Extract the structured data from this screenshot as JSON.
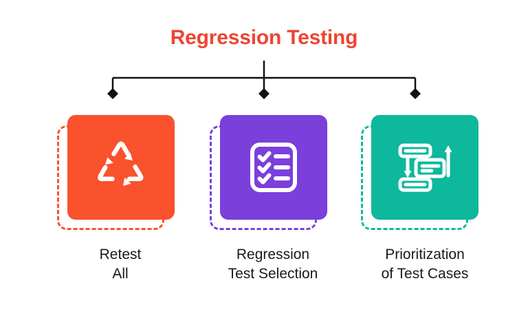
{
  "diagram": {
    "title": "Regression Testing",
    "title_color": "#ee4432",
    "connector_color": "#111111",
    "label_color": "#1a1a1a",
    "background": "#ffffff",
    "nodes": [
      {
        "id": "retest-all",
        "label": "Retest\nAll",
        "icon": "recycle-icon",
        "color": "#f9522d",
        "icon_color": "#ffffff"
      },
      {
        "id": "regression-test-selection",
        "label": "Regression\nTest Selection",
        "icon": "checklist-icon",
        "color": "#7b3fdb",
        "icon_color": "#ffffff"
      },
      {
        "id": "prioritization-of-test-cases",
        "label": "Prioritization\nof Test Cases",
        "icon": "reorder-priority-icon",
        "color": "#0db89c",
        "icon_color": "#ffffff"
      }
    ]
  }
}
